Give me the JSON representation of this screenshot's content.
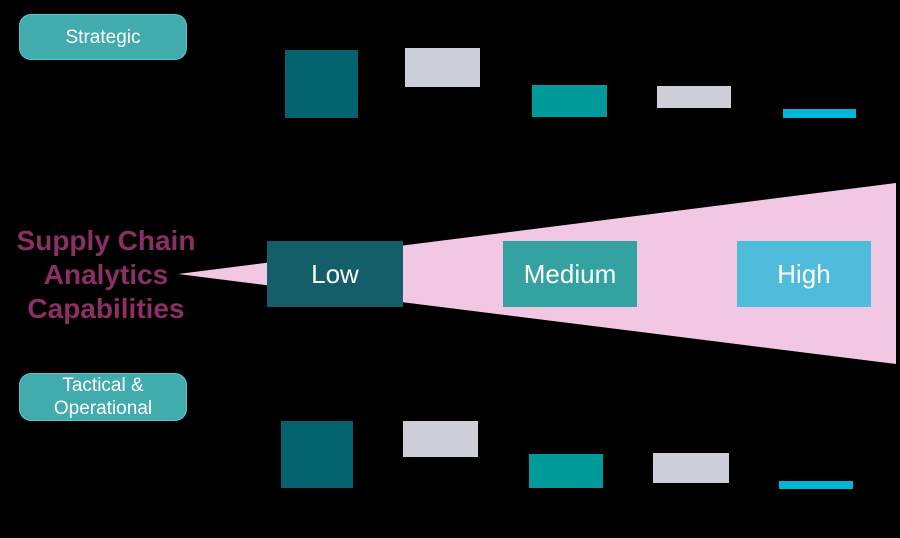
{
  "title": {
    "lines": [
      "Supply Chain",
      "Analytics",
      "Capabilities"
    ],
    "color": "#8B2F64"
  },
  "row_labels": {
    "strategic": "Strategic",
    "tactical_line1": "Tactical &",
    "tactical_line2": "Operational",
    "pill_color": "#41ABAD"
  },
  "levels": [
    {
      "label": "Low",
      "color": "#135E69"
    },
    {
      "label": "Medium",
      "color": "#35A2A2"
    },
    {
      "label": "High",
      "color": "#4FBCDC"
    }
  ],
  "wedge": {
    "color": "#F1C7E3"
  },
  "bars": {
    "strategic": [
      {
        "color": "#02636F",
        "height": 68
      },
      {
        "color": "#CDCFD8",
        "height": 39
      },
      {
        "color": "#009A9A",
        "height": 32
      },
      {
        "color": "#CDCFD8",
        "height": 22
      },
      {
        "color": "#00B7D9",
        "height": 9
      }
    ],
    "tactical": [
      {
        "color": "#02636F",
        "height": 67
      },
      {
        "color": "#CDCFD8",
        "height": 36
      },
      {
        "color": "#009A9A",
        "height": 34
      },
      {
        "color": "#CDCFD8",
        "height": 30
      },
      {
        "color": "#00B7D9",
        "height": 8
      }
    ]
  },
  "background_color": "#000000"
}
